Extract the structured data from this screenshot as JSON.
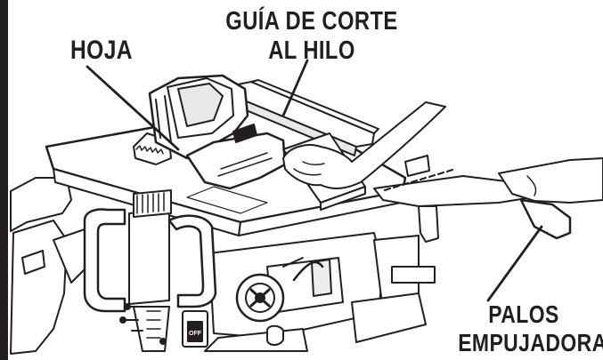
{
  "labels": {
    "blade": "HOJA",
    "rip_fence_line1": "GUÍA DE CORTE",
    "rip_fence_line2": "AL HILO",
    "push_sticks_line1": "PALOS",
    "push_sticks_line2": "EMPUJADORA"
  },
  "switch": {
    "off_text": "OFF"
  },
  "colors": {
    "ink": "#231f20",
    "background": "#ffffff",
    "side_bar": "#231f20"
  },
  "icons": {
    "blade": "saw-blade-icon",
    "switch": "power-switch-icon"
  }
}
